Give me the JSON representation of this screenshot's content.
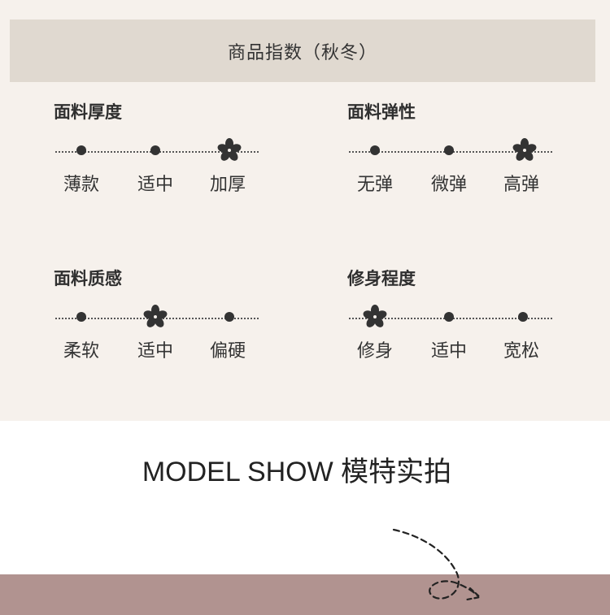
{
  "header": {
    "title": "商品指数（秋冬）"
  },
  "attributes": [
    {
      "title": "面料厚度",
      "options": [
        "薄款",
        "适中",
        "加厚"
      ],
      "selected_option": "加厚"
    },
    {
      "title": "面料弹性",
      "options": [
        "无弹",
        "微弹",
        "高弹"
      ],
      "selected_option": "高弹"
    },
    {
      "title": "面料质感",
      "options": [
        "柔软",
        "适中",
        "偏硬"
      ],
      "selected_option": "适中"
    },
    {
      "title": "修身程度",
      "options": [
        "修身",
        "适中",
        "宽松"
      ],
      "selected_option": "修身"
    }
  ],
  "model_show": {
    "text": "MODEL SHOW 模特实拍"
  },
  "colors": {
    "panel_background": "#f6f1ec",
    "header_background": "#e0d9d0",
    "marker": "#333333",
    "bottom_band": "#b19390"
  },
  "icons": {
    "selected_marker": "flower-icon",
    "option_marker": "dot-icon",
    "decoration": "dashed-arrow-icon"
  }
}
